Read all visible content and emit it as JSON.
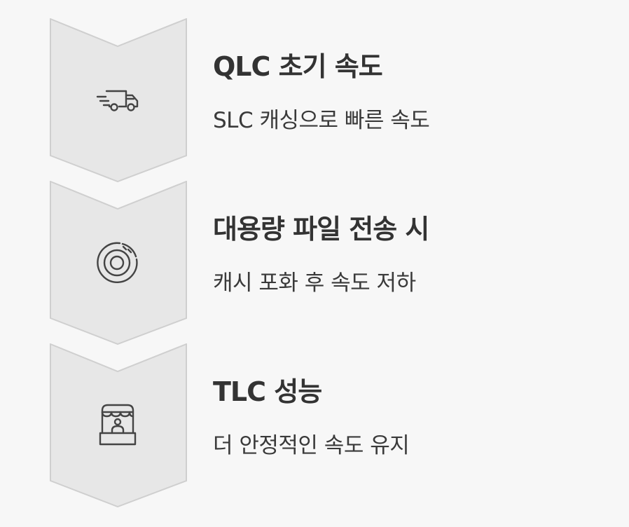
{
  "colors": {
    "background": "#f7f7f7",
    "chevron_fill": "#e7e7e7",
    "chevron_stroke": "#cfcfcf",
    "icon": "#444444",
    "text": "#333333"
  },
  "steps": [
    {
      "title": "QLC 초기 속도",
      "description": "SLC 캐싱으로 빠른 속도",
      "icon": "delivery-truck-icon"
    },
    {
      "title": "대용량 파일 전송 시",
      "description": "캐시 포화 후 속도 저하",
      "icon": "disk-icon"
    },
    {
      "title": "TLC 성능",
      "description": "더 안정적인 속도 유지",
      "icon": "kiosk-icon"
    }
  ]
}
